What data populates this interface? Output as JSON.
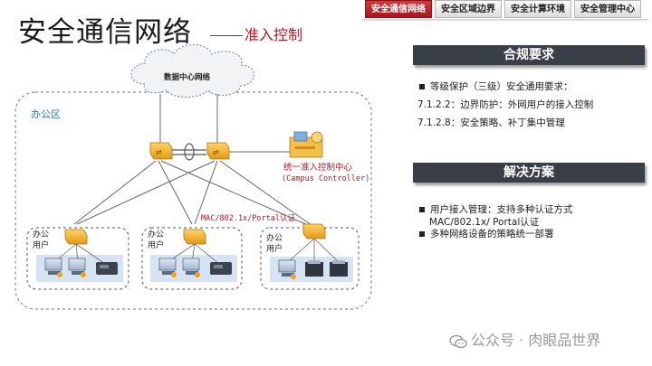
{
  "title": "安全通信网络",
  "subtitle": "准入控制",
  "tabs": [
    {
      "label": "安全通信网络",
      "active": true
    },
    {
      "label": "安全区域边界",
      "active": false
    },
    {
      "label": "安全计算环境",
      "active": false
    },
    {
      "label": "安全管理中心",
      "active": false
    }
  ],
  "compliance": {
    "heading": "合规要求",
    "items": [
      "等级保护（三级）安全通用要求：",
      "7.1.2.2：边界防护：外网用户的接入控制",
      "7.1.2.8：安全策略、补丁集中管理"
    ]
  },
  "solution": {
    "heading": "解决方案",
    "items": [
      {
        "line1": "用户接入管理：支持多种认证方式",
        "line2": "MAC/802.1x/ Portal认证"
      },
      {
        "line1": "多种网络设备的策略统一部署",
        "line2": ""
      }
    ]
  },
  "diagram": {
    "cloud_label": "数据中心网络",
    "office_label": "办公区",
    "controller_label_1": "统一准入控制中心",
    "controller_label_2": "(Campus Controller)",
    "auth_label": "MAC/802.1x/Portal认证",
    "group_label_1": "办公",
    "group_label_2": "用户"
  },
  "watermark": "公众号 · 肉眼品世界",
  "colors": {
    "accent": "#b8151c",
    "header_bg": "#3a3f47",
    "switch": "#f0b42a"
  }
}
